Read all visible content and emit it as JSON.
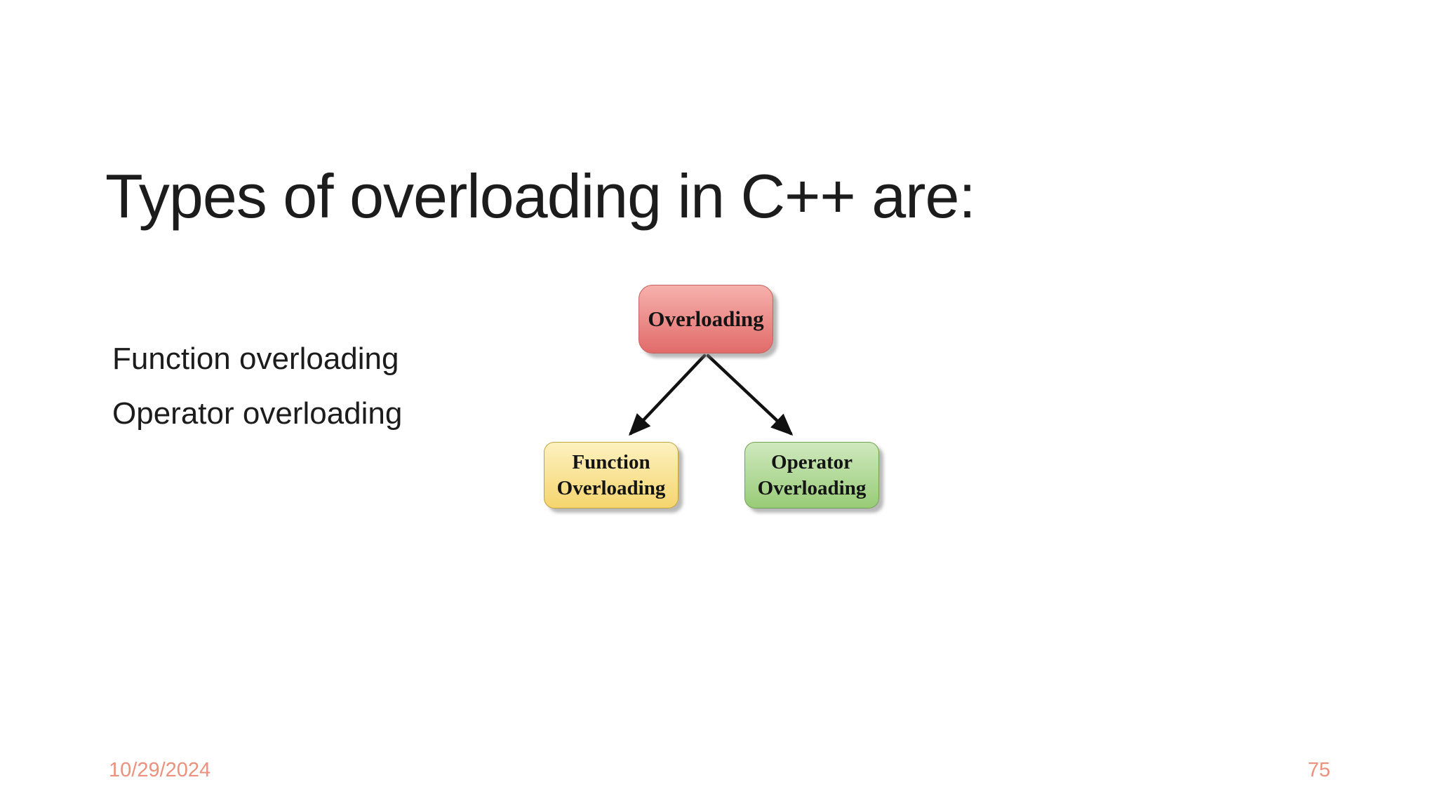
{
  "slide": {
    "title": "Types of overloading in C++ are:",
    "body_items": [
      "Function overloading",
      "Operator overloading"
    ],
    "footer": {
      "date": "10/29/2024",
      "page_number": "75"
    }
  },
  "diagram": {
    "root": {
      "label": "Overloading"
    },
    "children": [
      {
        "label": "Function Overloading"
      },
      {
        "label": "Operator Overloading"
      }
    ]
  },
  "colors": {
    "text_dark": "#1c1c1c",
    "footer_accent": "#EC917C",
    "arrow": "#111111",
    "red_top": "#F6B1AD",
    "red_bottom": "#E16B69",
    "red_border": "#C4625F",
    "yellow_top": "#FCF1C0",
    "yellow_bottom": "#F5D56E",
    "yellow_border": "#C2A33E",
    "green_top": "#CFE9BE",
    "green_bottom": "#98CB77",
    "green_border": "#70A353"
  }
}
